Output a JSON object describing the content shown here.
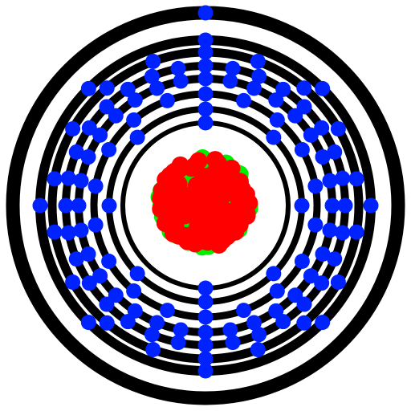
{
  "diagram": {
    "type": "bohr-atom-model",
    "colors": {
      "background": "#ffffff",
      "shell_ring": "#000000",
      "electron": "#0022ff",
      "proton": "#ff0000",
      "neutron": "#00ee00"
    },
    "shell_electron_counts": [
      2,
      8,
      18,
      32,
      32,
      18,
      8,
      1
    ],
    "total_electrons": 119,
    "nucleus": {
      "protons": 119,
      "neutrons": 180
    }
  }
}
